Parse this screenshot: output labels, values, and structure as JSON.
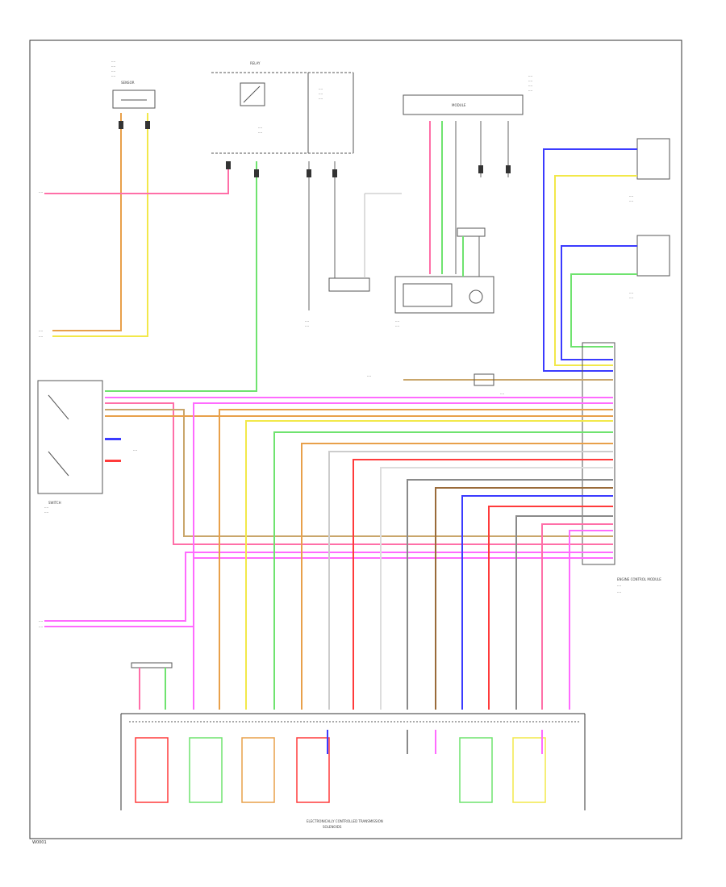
{
  "page": {
    "footer_code": "W0001",
    "label_key_text": "····"
  },
  "components": {
    "top_left_sensor": "SENSOR",
    "top_relay": "RELAY",
    "top_right_module": "MODULE",
    "shift_switch": "SWITCH",
    "ecm": "ENGINE CONTROL MODULE",
    "bottom_controller": "ELECTRONICALLY CONTROLLED TRANSMISSION",
    "bottom_controller_sub": "SOLENOIDS"
  },
  "colors": {
    "pink": "#ff6fa8",
    "orange": "#e8a04a",
    "yellow": "#f2e84a",
    "green": "#6fe36f",
    "blue": "#3b3bff",
    "magenta": "#ff6bff",
    "red": "#ff3b3b",
    "tan": "#c9a66b",
    "gray": "#8a8a8a",
    "brown": "#9a6b3a"
  }
}
